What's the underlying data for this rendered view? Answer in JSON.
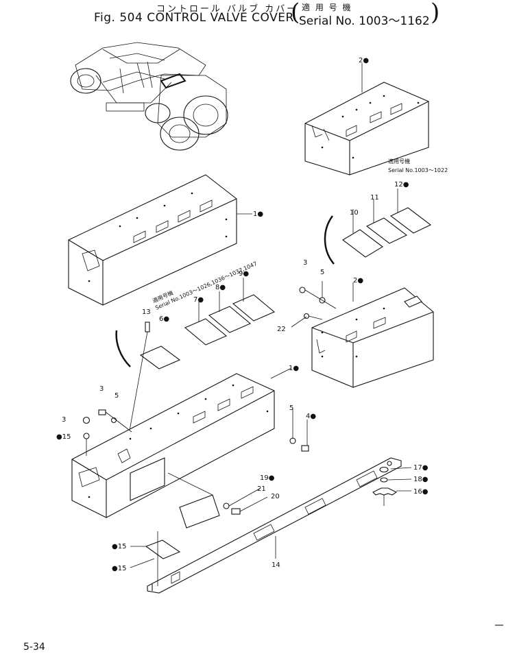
{
  "title": {
    "jp": "コントロール バルブ カバー",
    "main": "Fig. 504 CONTROL VALVE COVER",
    "serial_jp": "適 用 号 機",
    "serial": "Serial No. 1003～1162"
  },
  "page_number": "5-34",
  "serial_notes": {
    "top_right_jp": "適用号機",
    "top_right": "Serial No.1003～1022",
    "middle_jp": "適用号機",
    "middle": "Serial No.1003～1026,1036～1037,1047"
  },
  "callouts": {
    "p1_top": "1●",
    "p1_bottom": "1●",
    "p2_top": "2●",
    "p2_mid": "2●",
    "p3_a": "3",
    "p3_b": "3",
    "p3_c": "3",
    "p4": "4●",
    "p5_a": "5",
    "p5_b": "5",
    "p5_c": "5",
    "p6": "6●",
    "p7": "7●",
    "p8": "8●",
    "p9": "9●",
    "p10": "10",
    "p11": "11",
    "p12": "12●",
    "p13": "13",
    "p14": "14",
    "p15_a": "●15",
    "p15_b": "●15",
    "p15_c": "●15",
    "p16": "16●",
    "p17": "17●",
    "p18": "18●",
    "p19": "19●",
    "p20": "20",
    "p21": "21",
    "p22": "22"
  }
}
